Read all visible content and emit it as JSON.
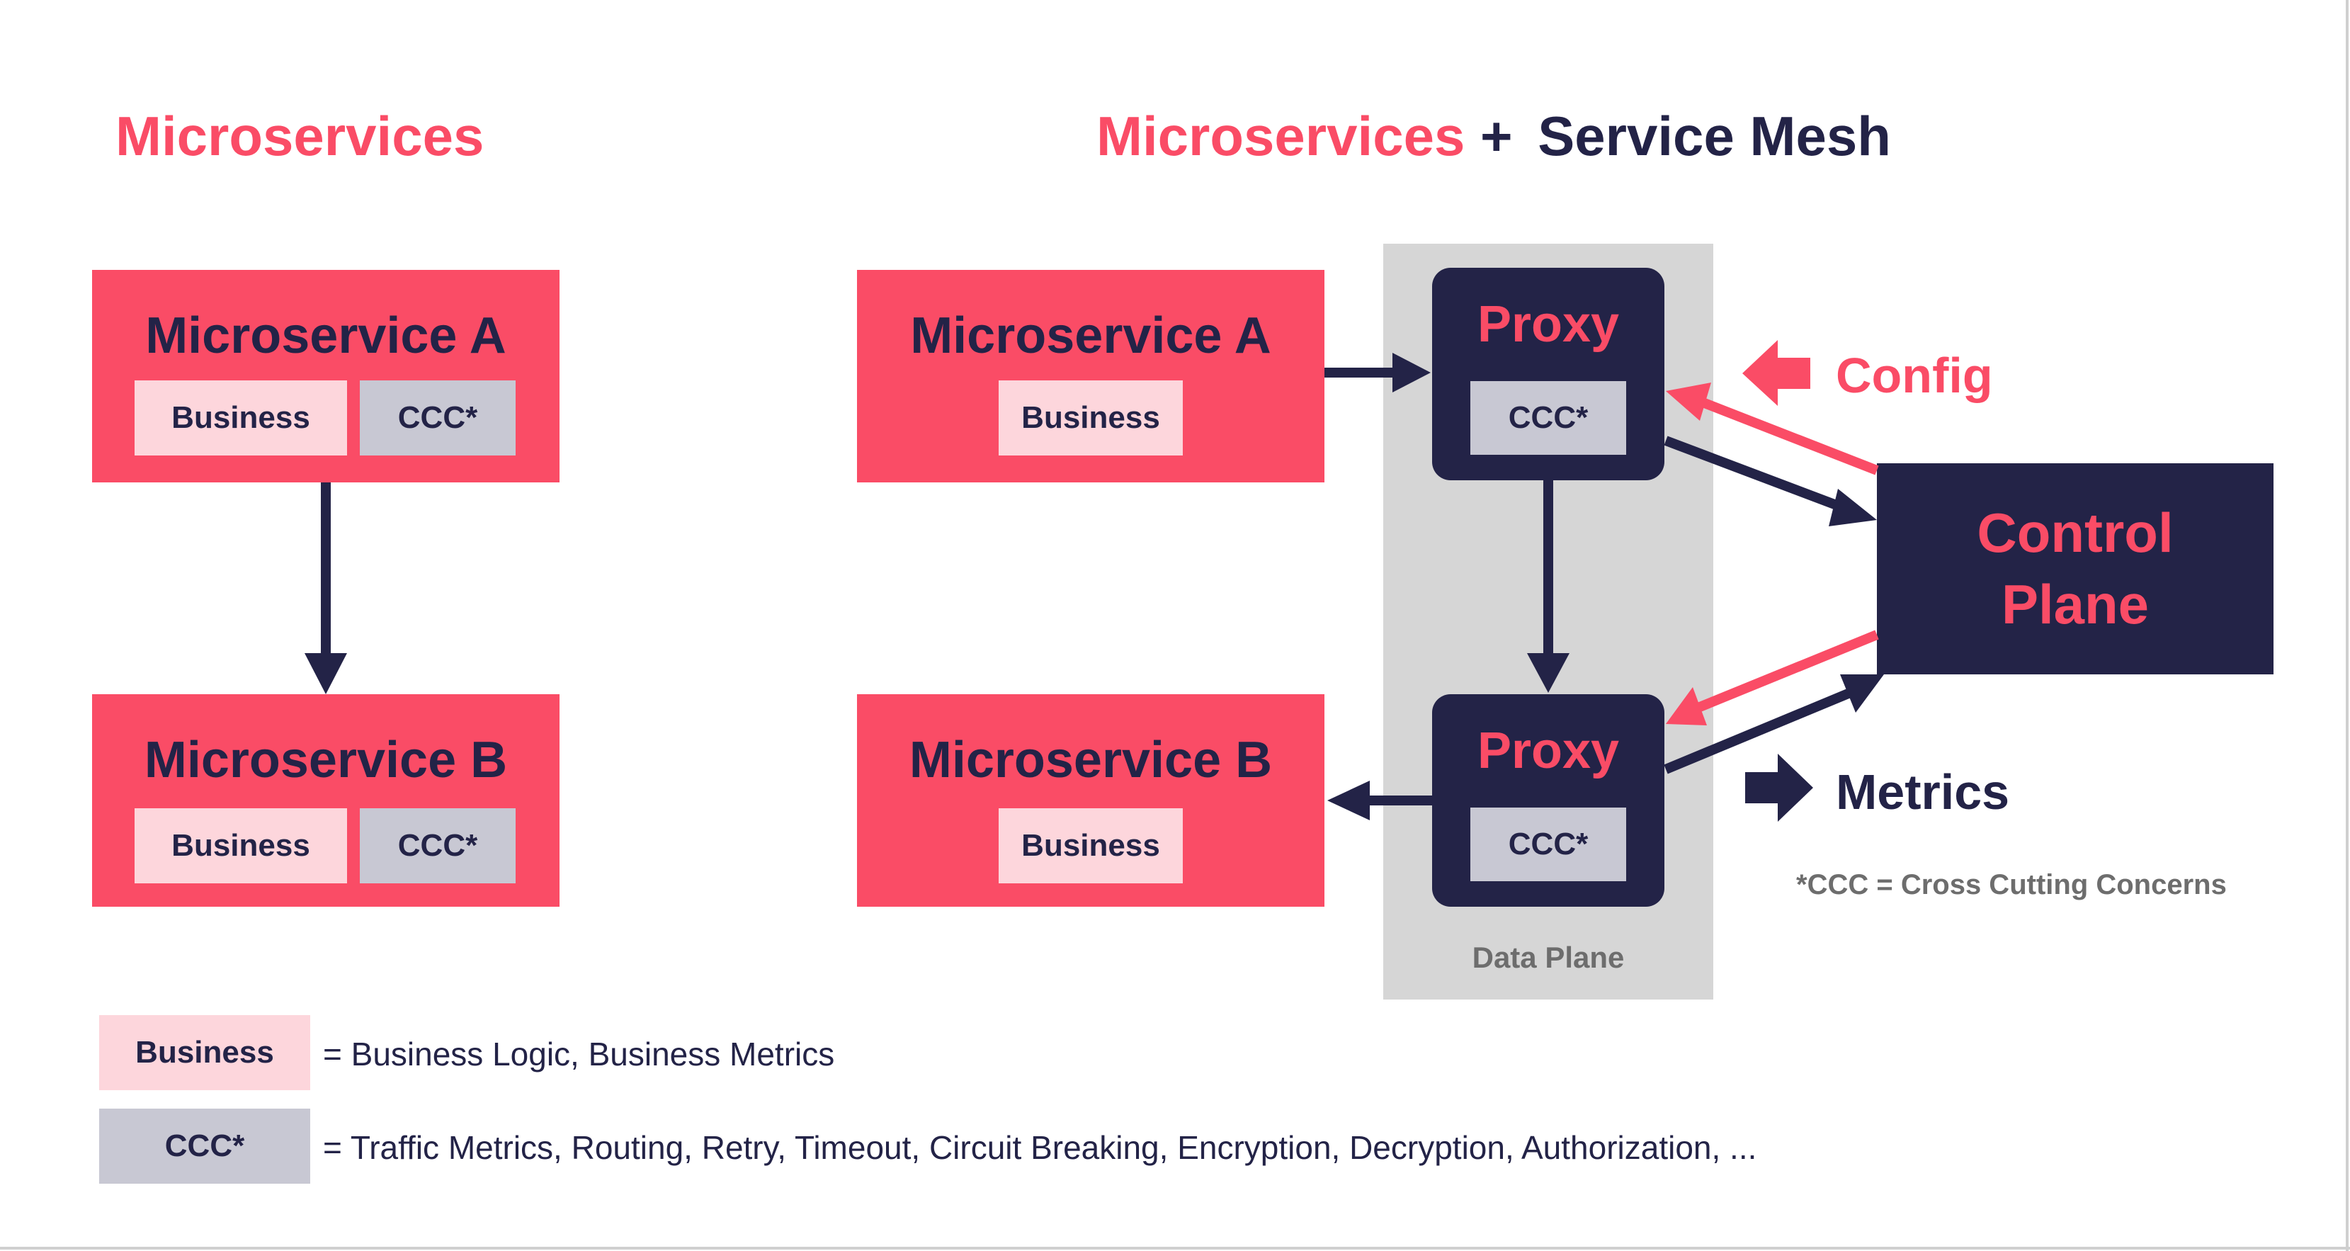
{
  "left": {
    "title": "Microservices",
    "service_a": {
      "label": "Microservice A",
      "business": "Business",
      "ccc": "CCC*"
    },
    "service_b": {
      "label": "Microservice B",
      "business": "Business",
      "ccc": "CCC*"
    }
  },
  "right": {
    "title_part1": "Microservices",
    "title_plus": "+",
    "title_part2": "Service Mesh",
    "service_a": {
      "label": "Microservice A",
      "business": "Business"
    },
    "service_b": {
      "label": "Microservice B",
      "business": "Business"
    },
    "proxy_top": {
      "label": "Proxy",
      "ccc": "CCC*"
    },
    "proxy_bottom": {
      "label": "Proxy",
      "ccc": "CCC*"
    },
    "data_plane_label": "Data Plane",
    "control_plane_line1": "Control",
    "control_plane_line2": "Plane",
    "config_label": "Config",
    "metrics_label": "Metrics",
    "footnote": "*CCC = Cross Cutting Concerns"
  },
  "legend": [
    {
      "chip": "Business",
      "text": "= Business Logic, Business Metrics"
    },
    {
      "chip": "CCC*",
      "text": "= Traffic Metrics, Routing, Retry, Timeout, Circuit Breaking, Encryption, Decryption, Authorization, ..."
    }
  ],
  "colors": {
    "accent_pink": "#fa4c66",
    "navy": "#232347",
    "business_chip": "#fdd6dc",
    "ccc_chip": "#c8c8d3",
    "data_plane": "#d6d6d6"
  }
}
